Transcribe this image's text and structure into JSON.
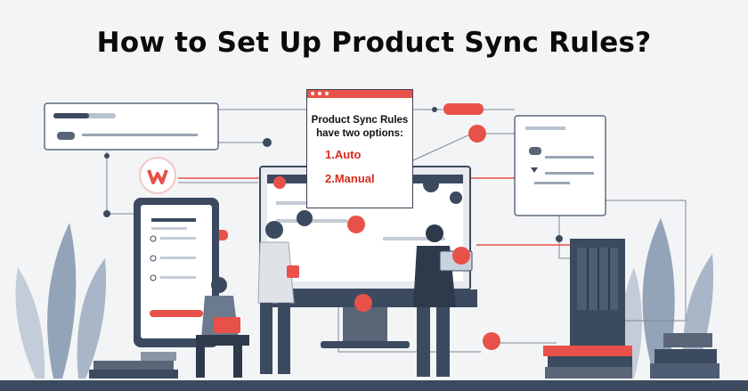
{
  "title": "How to Set Up Product Sync Rules?",
  "popup": {
    "heading_line1": "Product Sync Rules",
    "heading_line2": "have two options:",
    "option1": "1.Auto",
    "option2": "2.Manual"
  },
  "colors": {
    "accent_red": "#e8514a",
    "dark_slate": "#3b4a5f",
    "background": "#f3f4f6"
  },
  "icons": [
    "logo-w-icon",
    "plant-icon",
    "server-rack-icon",
    "monitor-icon",
    "phone-icon",
    "laptop-icon"
  ]
}
